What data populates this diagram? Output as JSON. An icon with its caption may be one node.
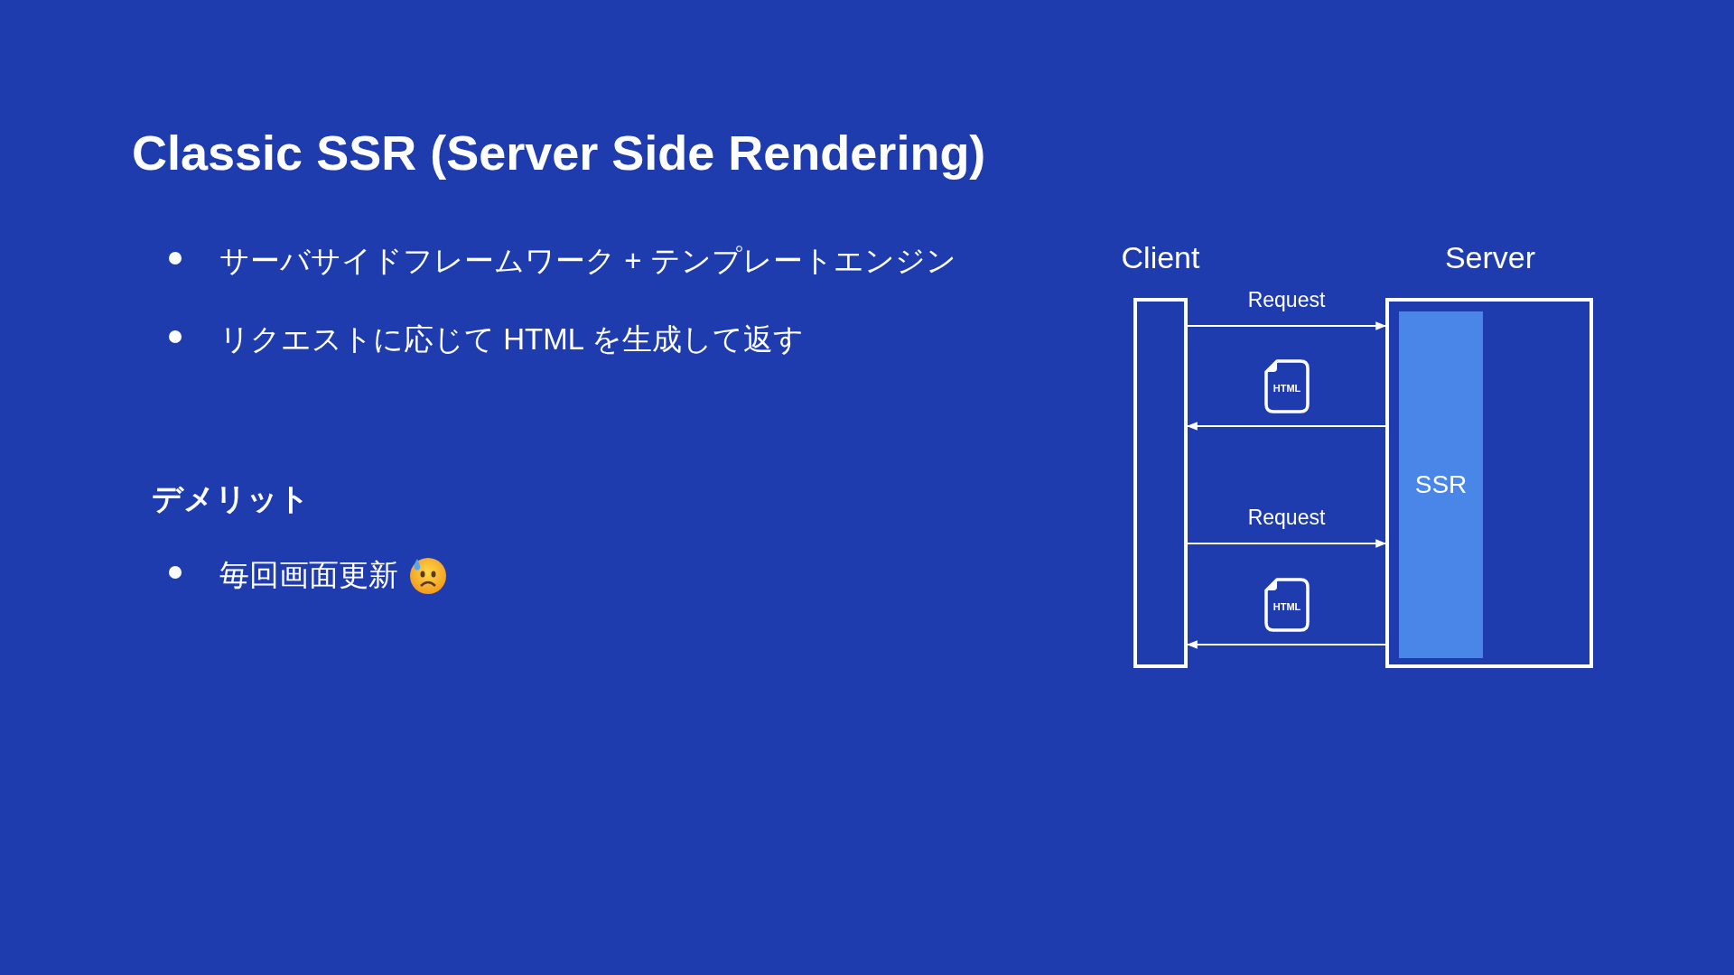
{
  "diagram": {
    "title": "Classic SSR (Server Side Rendering)",
    "nodes": [
      {
        "text": [
          "Client"
        ]
      },
      {
        "text": [
          "Server"
        ]
      },
      {
        "text": [
          "SSR"
        ],
        "in": 1
      }
    ],
    "edges": [
      {
        "from": 0,
        "to": 1,
        "arrow": "to",
        "label": "Request"
      },
      {
        "from": 1,
        "to": 0,
        "arrow": "to",
        "label": "HTML"
      },
      {
        "from": 0,
        "to": 1,
        "arrow": "to",
        "label": "Request"
      },
      {
        "from": 1,
        "to": 0,
        "arrow": "to",
        "label": "HTML"
      }
    ],
    "labels": [
      "サーバサイドフレームワーク + テンプレートエンジン",
      "リクエストに応じて HTML を生成して返す",
      "デメリット",
      "毎回画面更新"
    ]
  }
}
